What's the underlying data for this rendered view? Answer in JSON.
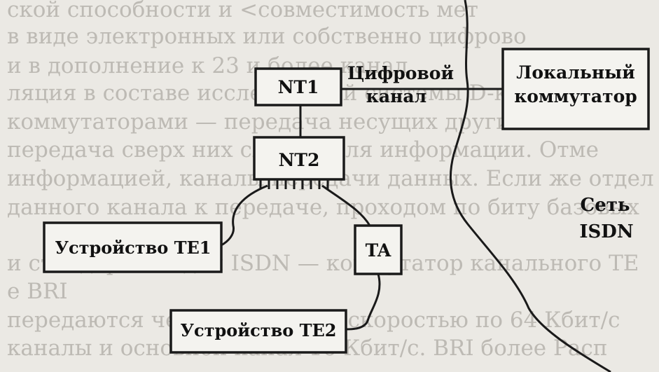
{
  "background_text_lines": [
    "ской способности и <совместимость мет",
    "в виде электронных или собственно цифрово",
    "и в дополнение к 23 и более канал",
    "ляция в составе исследований системы D-каналов",
    "коммутаторами — передача несущих других каналов",
    "передача сверх них служит для информации. Отме",
    "информацией, каналы передачи данных. Если же отдел",
    "данного канала к передаче, проходом по биту базовых",
    "и стандартных для ISDN — коммутатор канального ТЕ",
    "е BRI",
    "передаются через каналы со скоростью по 64 Кбит/с",
    "каналы и основной канал 16 Кбит/с. BRI более Расп"
  ],
  "nodes": {
    "nt1": "NT1",
    "nt2": "NT2",
    "ta": "TA",
    "te1": "Устройство TE1",
    "te2": "Устройство TE2",
    "switch_line1": "Локальный",
    "switch_line2": "коммутатор"
  },
  "channel_label": {
    "line1": "Цифровой",
    "line2": "канал"
  },
  "network_label": {
    "line1": "Сеть",
    "line2": "ISDN"
  },
  "colors": {
    "ink": "#111111",
    "paper": "#ebe9e4",
    "ghost_text": "#bdbab4"
  }
}
